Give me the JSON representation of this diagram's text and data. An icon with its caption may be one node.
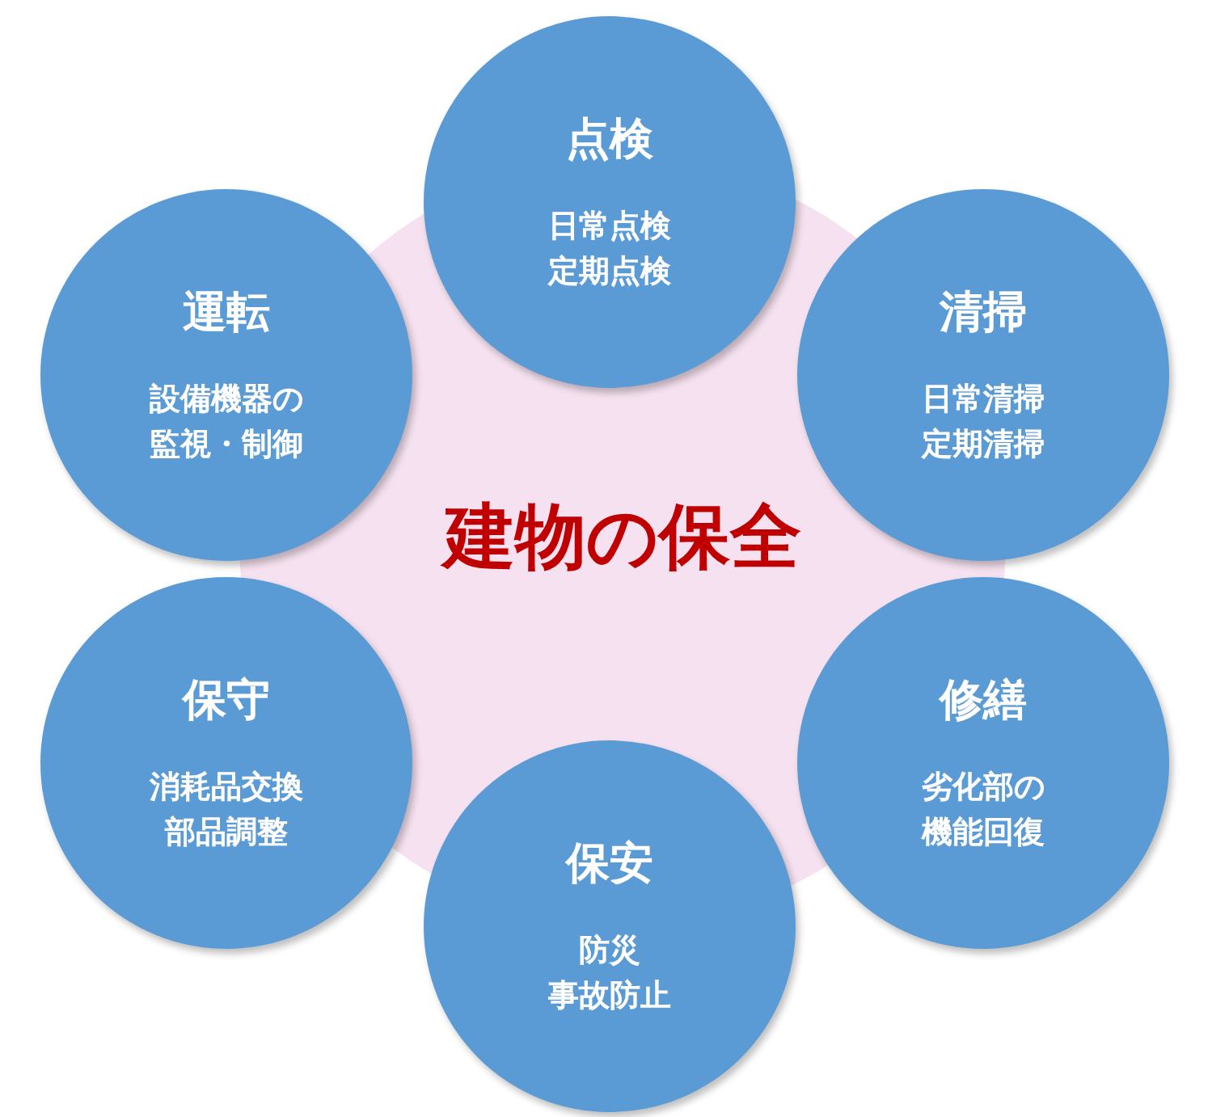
{
  "diagram": {
    "nodes": [
      {
        "text": [
          "建物の保全"
        ]
      },
      {
        "text": [
          "点検",
          "日常点検定期点検"
        ]
      },
      {
        "text": [
          "運転",
          "設備機器の監視・制御"
        ]
      },
      {
        "text": [
          "清掃",
          "日常清掃定期清掃"
        ]
      },
      {
        "text": [
          "保守",
          "消耗品交換部品調整"
        ]
      },
      {
        "text": [
          "修繕",
          "劣化部の機能回復"
        ]
      },
      {
        "text": [
          "保安",
          "防災事故防止"
        ]
      }
    ]
  }
}
